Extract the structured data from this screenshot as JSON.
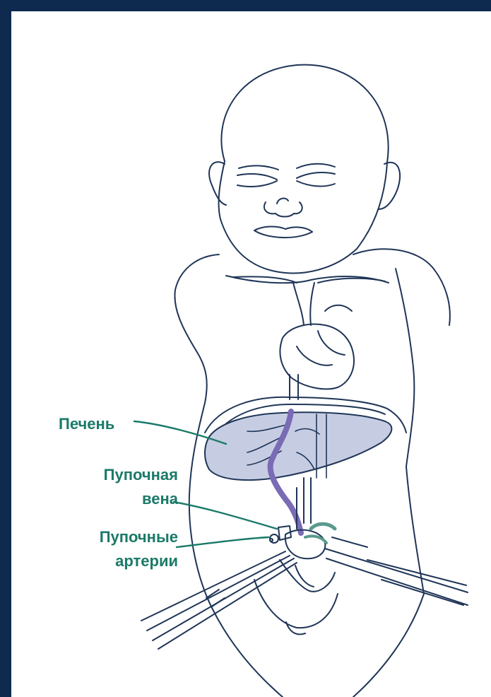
{
  "labels": {
    "liver": "Печень",
    "umbilical_vein": [
      "Пупочная",
      "вена"
    ],
    "umbilical_arteries": [
      "Пупочные",
      "артерии"
    ]
  },
  "colors": {
    "background": "#0f2a4f",
    "outline": "#1f3557",
    "label": "#1a7a68",
    "liver_fill": "#c6cde3",
    "vein": "#7a6bb5",
    "clamp_accent": "#5a9a8c"
  }
}
